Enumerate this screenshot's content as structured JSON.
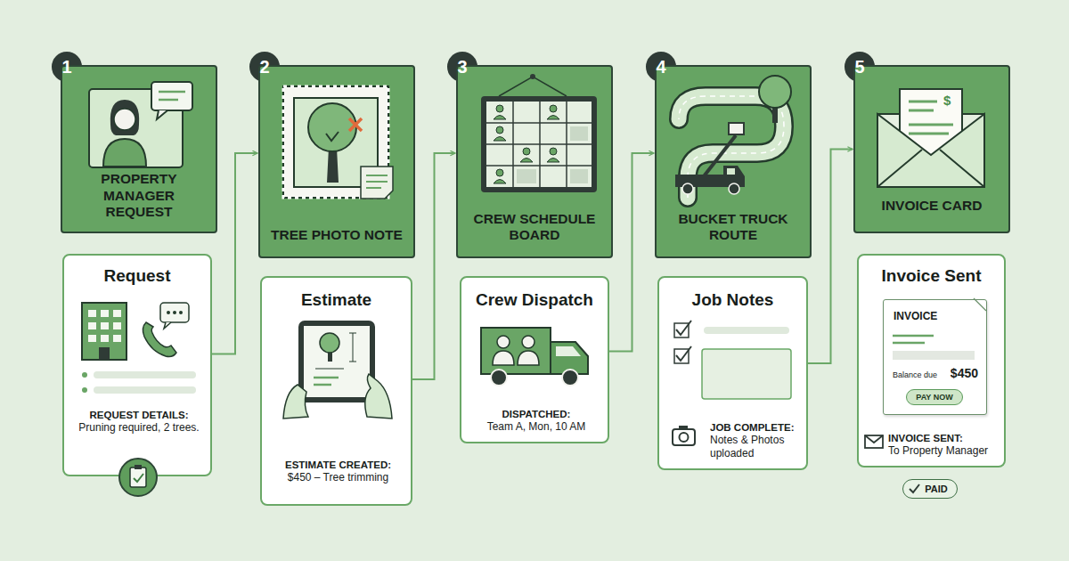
{
  "diagram": {
    "nodes": [
      {
        "text": [
          "1"
        ]
      },
      {
        "text": [
          "PROPERTY MANAGER REQUEST"
        ]
      },
      {
        "text": [
          "Request",
          "REQUEST DETAILS:",
          "Pruning required, 2 trees."
        ]
      },
      {
        "text": [
          "2"
        ]
      },
      {
        "text": [
          "TREE PHOTO NOTE"
        ]
      },
      {
        "text": [
          "Estimate",
          "ESTIMATE CREATED:",
          "$450 – Tree trimming"
        ]
      },
      {
        "text": [
          "3"
        ]
      },
      {
        "text": [
          "CREW SCHEDULE BOARD"
        ]
      },
      {
        "text": [
          "Crew Dispatch",
          "DISPATCHED:",
          "Team A, Mon, 10 AM"
        ]
      },
      {
        "text": [
          "4"
        ]
      },
      {
        "text": [
          "BUCKET TRUCK ROUTE"
        ]
      },
      {
        "text": [
          "Job Notes",
          "JOB COMPLETE:",
          "Notes & Photos uploaded"
        ]
      },
      {
        "text": [
          "5"
        ]
      },
      {
        "text": [
          "INVOICE CARD"
        ]
      },
      {
        "text": [
          "Invoice Sent",
          "INVOICE SENT:",
          "To Property Manager"
        ]
      },
      {
        "text": [
          "INVOICE",
          "Balance due",
          "$450"
        ],
        "in": 14
      },
      {
        "text": [
          "PAY NOW"
        ],
        "in": 15
      },
      {
        "text": [
          "PAID"
        ]
      }
    ],
    "edges": [
      {
        "from": 2,
        "to": 4,
        "arrow": "to"
      },
      {
        "from": 5,
        "to": 7,
        "arrow": "to"
      },
      {
        "from": 8,
        "to": 10,
        "arrow": "to"
      },
      {
        "from": 11,
        "to": 13,
        "arrow": "to"
      }
    ],
    "labels": [
      "$"
    ]
  }
}
